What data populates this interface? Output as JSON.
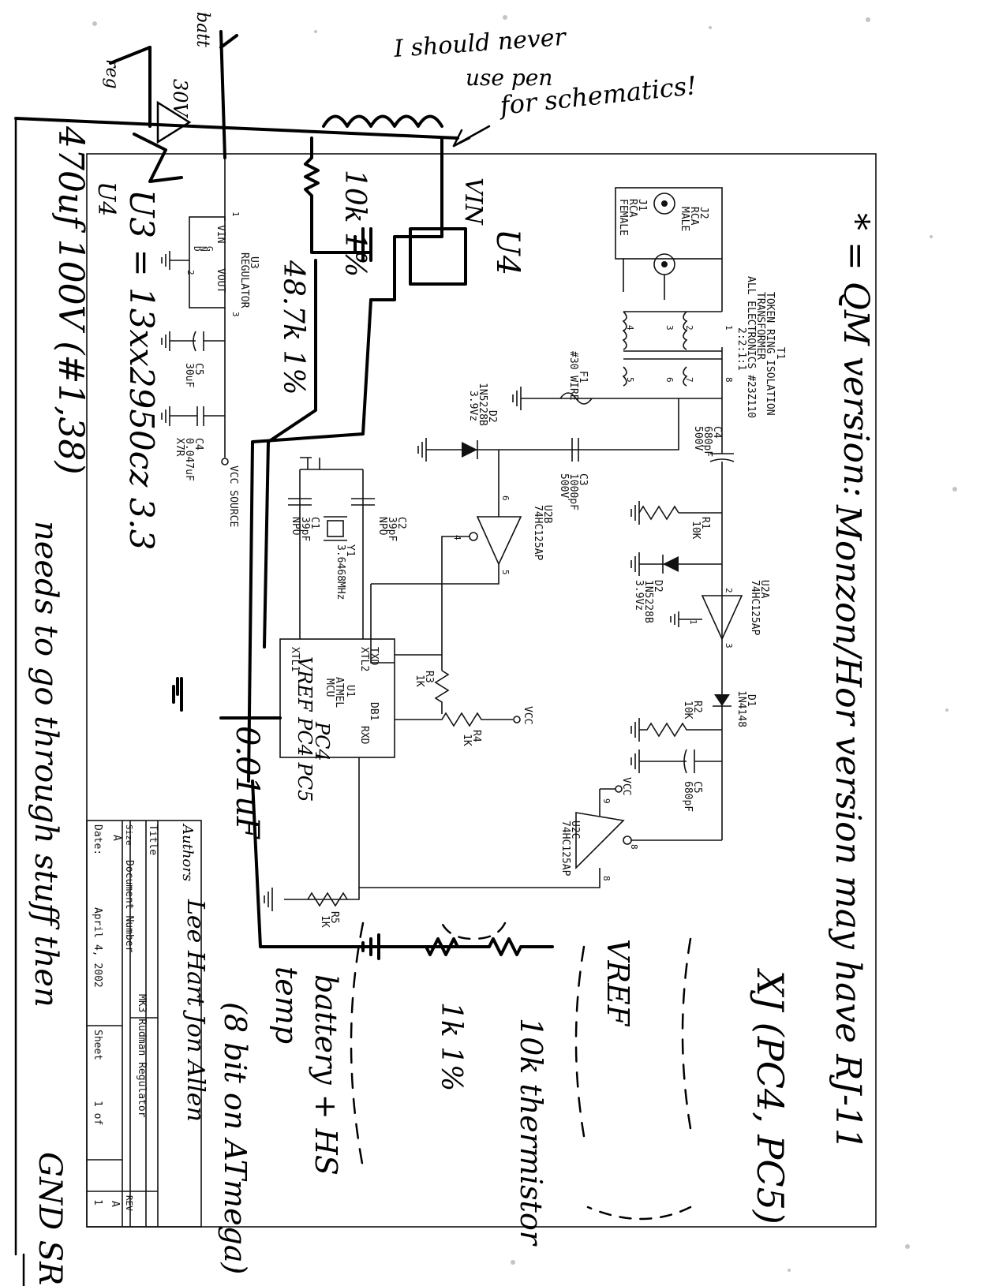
{
  "title_block": {
    "authors_label": "Authors",
    "authors": "Lee Hart   Jon Allen",
    "title_label": "Title",
    "title": "MK3 Rudman Regulator",
    "size_label": "Size",
    "docnum_label": "Document Number",
    "size": "A",
    "rev_label": "REV",
    "rev": "A",
    "date_label": "Date:",
    "date": "April 4, 2002",
    "sheet_label": "Sheet",
    "sheet": "1 of",
    "sheet_total": "1"
  },
  "components": {
    "t1": [
      "T1",
      "TOKEN RING ISOLATION",
      "TRANSFORMER",
      "ALL ELECTRONICS #23Z110",
      "2:2:1:1"
    ],
    "j1": [
      "J1",
      "RCA",
      "FEMALE"
    ],
    "j2": [
      "J2",
      "RCA",
      "MALE"
    ],
    "f1": [
      "F1",
      "#30 WIRE"
    ],
    "d2a": [
      "D2",
      "1N5228B",
      "3.9Vz"
    ],
    "d2b": [
      "D2",
      "1N5228B",
      "3.9Vz"
    ],
    "c4a": [
      "C4",
      "680pF",
      "500V"
    ],
    "c3": [
      "C3",
      "1000pF",
      "500V"
    ],
    "u2b": [
      "U2B",
      "74HC125AP"
    ],
    "r1": [
      "R1",
      "10K"
    ],
    "u2a": [
      "U2A",
      "74HC125AP"
    ],
    "d1": [
      "D1",
      "1N4148"
    ],
    "r2": [
      "R2",
      "10K"
    ],
    "c5a": [
      "C5",
      "680pF"
    ],
    "u2c": [
      "U2C",
      "74HC125AP"
    ],
    "vcc": "VCC",
    "c2": [
      "C2",
      "39pF",
      "NPO"
    ],
    "c1": [
      "C1",
      "39pF",
      "NPO"
    ],
    "y1": [
      "Y1",
      "3.6468MHz"
    ],
    "u1": [
      "U1",
      "ATMEL",
      "MCU"
    ],
    "u1_pins": [
      "TXD",
      "DB1",
      "XTL2",
      "RXD",
      "XTL1"
    ],
    "r3": [
      "R3",
      "1K"
    ],
    "r4": [
      "R4",
      "1K"
    ],
    "r5": [
      "R5",
      "1K"
    ],
    "u3": [
      "U3",
      "REGULATOR"
    ],
    "u3_pins": [
      "VIN",
      "VOUT",
      "G",
      "N",
      "D"
    ],
    "c5b": [
      "C5",
      "30uF"
    ],
    "c4b": [
      "C4",
      "0.047uF",
      "X7R"
    ],
    "vcc_source": "VCC SOURCE",
    "pin_numbers": [
      "1",
      "2",
      "3",
      "4",
      "5",
      "6",
      "7",
      "8",
      "9"
    ],
    "pin_numbers_transformer": [
      "1",
      "2",
      "3",
      "4",
      "5",
      "6",
      "7",
      "8"
    ]
  },
  "handwriting": {
    "note_pen": "I should never",
    "note_pen2": "use pen",
    "note_pen3": "for schematics!",
    "qm_version": "* = QM version:",
    "monzon_note": "Monzon/Hor version may have RJ-11",
    "xj_note": "XJ (PC4, PC5)",
    "vref": "VREF",
    "thermistor": "10k thermistor",
    "r_1k": "1k 1%",
    "battery_temp": "battery + HS",
    "battery_temp2": "temp",
    "c8_note": "(8 bit on ATmega)",
    "r_10k": "10k 1%",
    "r_487": "48.7k 1%",
    "u4": "U4",
    "vin": "VIN",
    "u3_part": "U3 = 13xx2950cz 3.3",
    "u4_part": "U4",
    "cap_470": "470uf 100V (#1,38)",
    "cap_001": "0.01uF",
    "needs_to_go": "needs to go through stuff then",
    "gnd_src": "GND SRC",
    "pcb_note": "VREF PC4 PC5",
    "pcb_note2": "PC4",
    "v30": "30V",
    "bat": "batt",
    "reg": "reg"
  }
}
